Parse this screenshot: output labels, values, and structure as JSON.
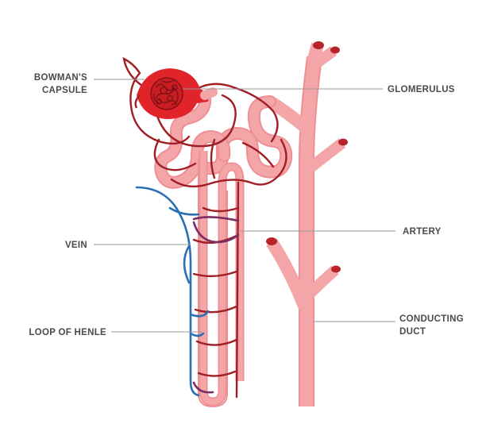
{
  "labels": {
    "bowmans_capsule_line1": "BOWMAN'S",
    "bowmans_capsule_line2": "CAPSULE",
    "glomerulus": "GLOMERULUS",
    "artery": "ARTERY",
    "vein": "VEIN",
    "conducting_duct_line1": "CONDUCTING",
    "conducting_duct_line2": "DUCT",
    "loop_of_henle": "LOOP OF HENLE"
  },
  "colors": {
    "tubule_fill": "#f4a5a8",
    "tubule_outline": "#ee8f94",
    "capillary": "#a01e24",
    "capsule_red": "#e0242a",
    "vein_blue": "#2a6fb4",
    "mix_purple": "#7a2e62",
    "leader_line": "#9a9a9a",
    "label_text": "#4a4a4a"
  }
}
